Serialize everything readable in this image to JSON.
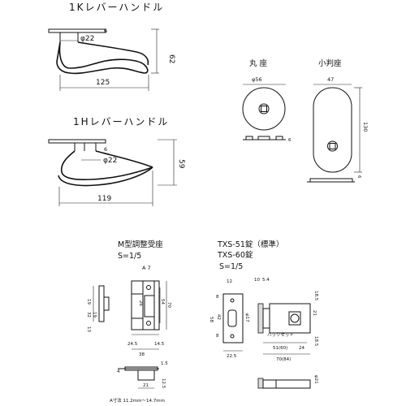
{
  "lever_1k": {
    "title": "1Kレバーハンドル",
    "dim_phi": "φ22",
    "dim_6": "6",
    "dim_62": "62",
    "dim_125": "125"
  },
  "lever_1h": {
    "title": "1Hレバーハンドル",
    "dim_phi": "φ22",
    "dim_6": "6",
    "dim_59": "59",
    "dim_119": "119"
  },
  "round_rose": {
    "title": "丸 座",
    "dim_phi": "φ56",
    "dim_6": "6"
  },
  "oval_rose": {
    "title": "小判座",
    "dim_47": "47",
    "dim_130": "130",
    "dim_6": "6"
  },
  "strike": {
    "title": "M型調整受座",
    "scale": "S=1/5",
    "dim_a7": "A 7",
    "dim_19": "19",
    "dim_32": "32",
    "dim_19b": "19",
    "dim_13": "13",
    "dim_26": "26",
    "dim_54": "54",
    "dim_70": "70",
    "dim_24_5": "24.5",
    "dim_14_5": "14.5",
    "dim_38": "38",
    "dim_1_5": "1.5",
    "dim_4": "4",
    "dim_21": "21",
    "dim_12_5": "12.5",
    "note": "A寸法 11.2mm～14.7mm"
  },
  "latch": {
    "title1": "TXS-51錠（標準）",
    "title2": "TXS-60錠",
    "scale": "S=1/5",
    "dim_12": "12",
    "dim_10": "10",
    "dim_5_4": "5.4",
    "dim_18_5": "18.5",
    "dim_58": "58",
    "dim_42": "42",
    "dim_8a": "8",
    "dim_8b": "8",
    "dim_phi17": "φ17",
    "dim_21": "21",
    "dim_22_5": "22.5",
    "backset_label": "バックセット",
    "dim_51_60": "51(60)",
    "dim_24": "24",
    "dim_70_84": "70(84)",
    "dim_18_5b": "18.5",
    "dim_phi21": "φ21"
  }
}
